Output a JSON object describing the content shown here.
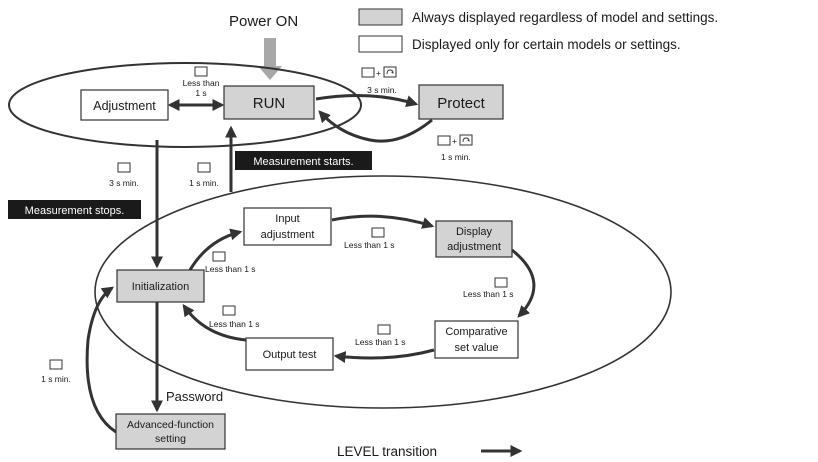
{
  "power_on": "Power ON",
  "legend": {
    "always": "Always displayed regardless of model and settings.",
    "certain": "Displayed only for certain models or settings.",
    "level_transition": "LEVEL transition"
  },
  "levels": {
    "run": "RUN",
    "adjustment": "Adjustment",
    "protect": "Protect",
    "initialization": "Initialization",
    "input_adjustment": [
      "Input",
      "adjustment"
    ],
    "display_adjustment": [
      "Display",
      "adjustment"
    ],
    "comparative_set_value": [
      "Comparative",
      "set value"
    ],
    "output_test": "Output test",
    "advanced_function": [
      "Advanced-function",
      "setting"
    ]
  },
  "banners": {
    "measurement_starts": "Measurement starts.",
    "measurement_stops": "Measurement stops."
  },
  "conditions": {
    "less_than_1s_split": [
      "Less than",
      "1 s"
    ],
    "less_than_1s": "Less than 1 s",
    "three_s_min": "3 s min.",
    "one_s_min": "1 s min.",
    "key_combo_plus": "+",
    "password": "Password"
  },
  "colors": {
    "always_fill": "#d3d3d3",
    "certain_fill": "#ffffff",
    "banner_bg": "#1a1a1a",
    "arrow": "#333333",
    "power_arrow": "#a8a8a8"
  }
}
